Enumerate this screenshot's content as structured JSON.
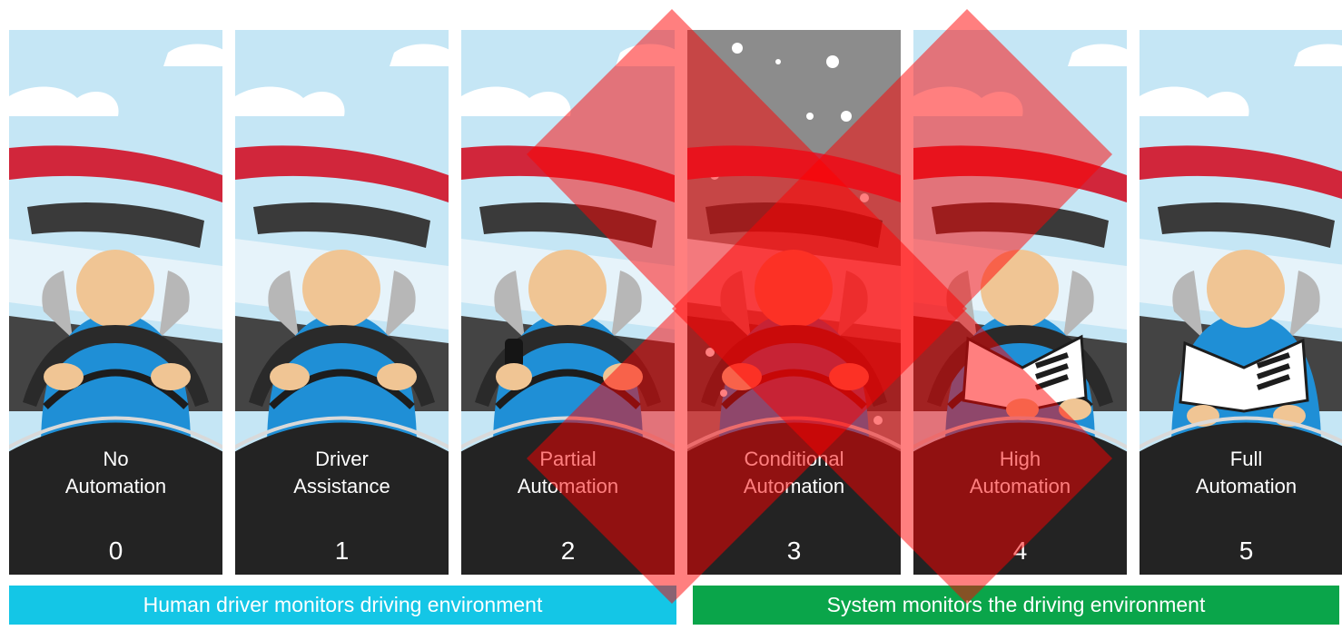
{
  "levels": [
    {
      "number": "0",
      "line1": "No",
      "line2": "Automation",
      "hands": "both-on-wheel"
    },
    {
      "number": "1",
      "line1": "Driver",
      "line2": "Assistance",
      "hands": "both-on-wheel"
    },
    {
      "number": "2",
      "line1": "Partial",
      "line2": "Automation",
      "hands": "one-hand-phone"
    },
    {
      "number": "3",
      "line1": "Conditional",
      "line2": "Automation",
      "hands": "both-on-wheel"
    },
    {
      "number": "4",
      "line1": "High",
      "line2": "Automation",
      "hands": "reading-book"
    },
    {
      "number": "5",
      "line1": "Full",
      "line2": "Automation",
      "hands": "reading-book-no-wheel"
    }
  ],
  "bands": {
    "human": "Human driver monitors driving environment",
    "system": "System monitors the driving environment"
  },
  "colors": {
    "sky": "#bfe3f4",
    "roof": "#d1263b",
    "skin": "#f0c594",
    "shirt": "#1f8fd6",
    "dash": "#2b2b2b",
    "human_band": "#14c6e6",
    "system_band": "#0aa54a",
    "x_mark": "#ff0000"
  },
  "overlay_icons": [
    "x-mark-icon"
  ]
}
